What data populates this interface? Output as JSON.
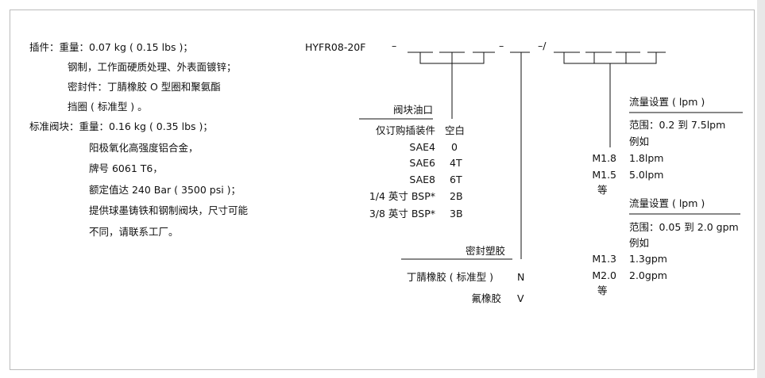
{
  "left": {
    "lines": [
      "插件：重量：0.07 kg ( 0.15 lbs )；",
      "钢制，工作面硬质处理、外表面镀锌；",
      "密封件：丁腈橡胶 O 型圈和聚氨酯",
      "挡圈 ( 标准型 ) 。",
      "标准阀块：重量：0.16 kg ( 0.35 lbs )；",
      "阳极氧化高强度铝合金，",
      "牌号 6061 T6，",
      "额定值达 240 Bar ( 3500 psi )；",
      "提供球墨铸铁和钢制阀块，尺寸可能",
      "不同，请联系工厂。"
    ]
  },
  "code": {
    "model": "HYFR08-20F",
    "dash1": "–",
    "dash2": "–",
    "dash3": "–/"
  },
  "ports": {
    "title": "阀块油口",
    "rows": [
      {
        "label": "仅订购插装件",
        "code": "空白"
      },
      {
        "label": "SAE4",
        "code": "0"
      },
      {
        "label": "SAE6",
        "code": "4T"
      },
      {
        "label": "SAE8",
        "code": "6T"
      },
      {
        "label": "1/4 英寸 BSP*",
        "code": "2B"
      },
      {
        "label": "3/8 英寸 BSP*",
        "code": "3B"
      }
    ]
  },
  "seals": {
    "title": "密封塑胶",
    "rows": [
      {
        "label": "丁腈橡胶 ( 标准型 )",
        "code": "N"
      },
      {
        "label": "氟橡胶",
        "code": "V"
      }
    ]
  },
  "flow1": {
    "title": "流量设置 ( lpm )",
    "range": "范围：0.2 到 7.5lpm",
    "example": "例如",
    "rows": [
      {
        "code": "M1.8",
        "value": "1.8lpm"
      },
      {
        "code": "M1.5",
        "value": "5.0lpm"
      }
    ],
    "etc": "等"
  },
  "flow2": {
    "title": "流量设置 ( lpm )",
    "range": "范围：0.05 到 2.0 gpm",
    "example": "例如",
    "rows": [
      {
        "code": "M1.3",
        "value": "1.3gpm"
      },
      {
        "code": "M2.0",
        "value": "2.0gpm"
      }
    ],
    "etc": "等"
  }
}
